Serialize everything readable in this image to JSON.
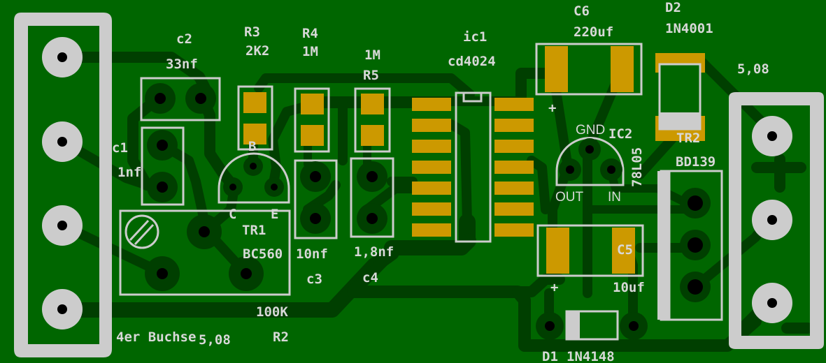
{
  "board": {
    "colors": {
      "substrate": "#006600",
      "trace": "#003f00",
      "silkscreen": "#cccccc",
      "smd_pad": "#cc9900",
      "drill": "#000000"
    }
  },
  "components": {
    "c1": {
      "ref": "c1",
      "value": "1nf"
    },
    "c2": {
      "ref": "c2",
      "value": "33nf"
    },
    "c3": {
      "ref": "c3",
      "value": "10nf"
    },
    "c4": {
      "ref": "c4",
      "value": "1,8nf"
    },
    "c5": {
      "ref": "C5",
      "value": "10uf",
      "polarity": "+"
    },
    "c6": {
      "ref": "C6",
      "value": "220uf",
      "polarity": "+"
    },
    "r2": {
      "ref": "R2",
      "value": "100K"
    },
    "r3": {
      "ref": "R3",
      "value": "2K2"
    },
    "r4": {
      "ref": "R4",
      "value": "1M"
    },
    "r5": {
      "ref": "R5",
      "value": "1M"
    },
    "tr1": {
      "ref": "TR1",
      "value": "BC560",
      "pins": {
        "b": "B",
        "c": "C",
        "e": "E"
      }
    },
    "tr2": {
      "ref": "TR2",
      "value": "BD139"
    },
    "ic1": {
      "ref": "ic1",
      "value": "cd4024"
    },
    "ic2": {
      "ref": "IC2",
      "value": "78L05",
      "pins": {
        "gnd": "GND",
        "out": "OUT",
        "in": "IN"
      }
    },
    "d1": {
      "ref": "D1",
      "value": "1N4148"
    },
    "d2": {
      "ref": "D2",
      "value": "1N4001"
    },
    "x1": {
      "name": "4er Buchse",
      "pitch": "5,08"
    },
    "x2": {
      "pitch": "5,08",
      "polarity": "+"
    }
  }
}
